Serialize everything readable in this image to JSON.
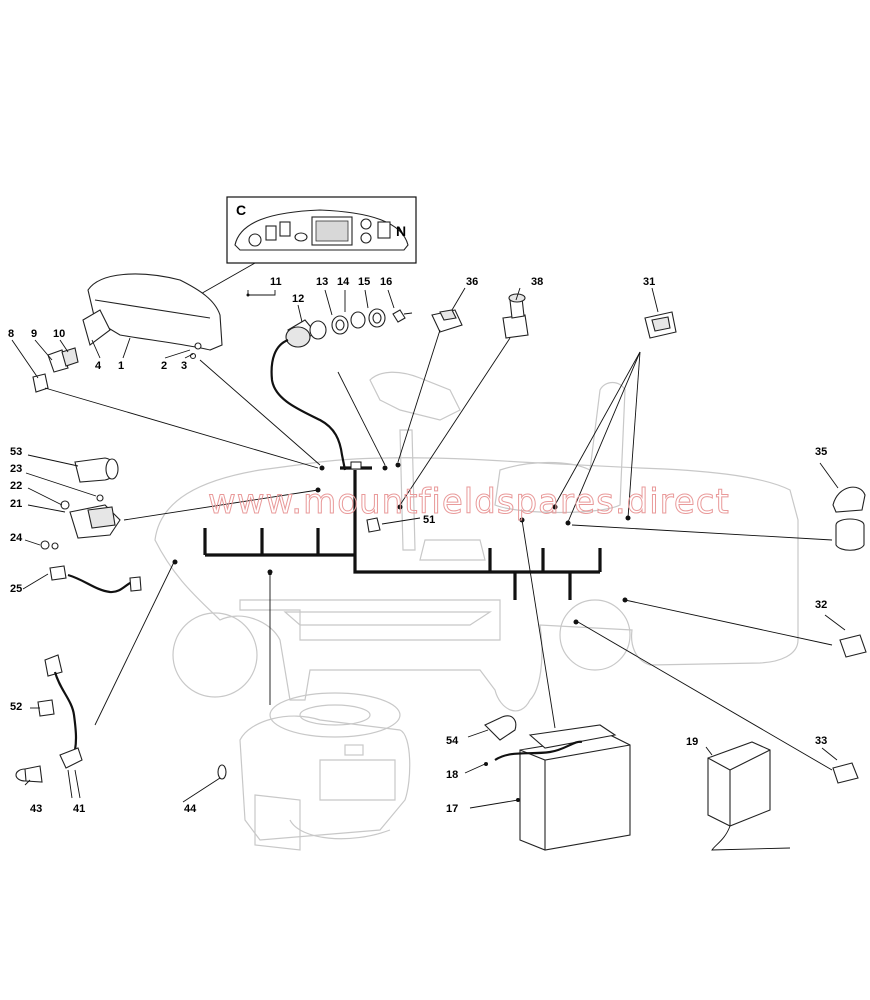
{
  "watermark": "www.mountfieldspares.direct",
  "inset": {
    "label": "C",
    "gauge": "N"
  },
  "parts": [
    {
      "id": "p1",
      "label": "1"
    },
    {
      "id": "p2",
      "label": "2"
    },
    {
      "id": "p3",
      "label": "3"
    },
    {
      "id": "p4",
      "label": "4"
    },
    {
      "id": "p8",
      "label": "8"
    },
    {
      "id": "p9",
      "label": "9"
    },
    {
      "id": "p10",
      "label": "10"
    },
    {
      "id": "p11",
      "label": "11"
    },
    {
      "id": "p12",
      "label": "12"
    },
    {
      "id": "p13",
      "label": "13"
    },
    {
      "id": "p14",
      "label": "14"
    },
    {
      "id": "p15",
      "label": "15"
    },
    {
      "id": "p16",
      "label": "16"
    },
    {
      "id": "p17",
      "label": "17"
    },
    {
      "id": "p18",
      "label": "18"
    },
    {
      "id": "p19",
      "label": "19"
    },
    {
      "id": "p21",
      "label": "21"
    },
    {
      "id": "p22",
      "label": "22"
    },
    {
      "id": "p23",
      "label": "23"
    },
    {
      "id": "p24",
      "label": "24"
    },
    {
      "id": "p25",
      "label": "25"
    },
    {
      "id": "p31",
      "label": "31"
    },
    {
      "id": "p32",
      "label": "32"
    },
    {
      "id": "p33",
      "label": "33"
    },
    {
      "id": "p35",
      "label": "35"
    },
    {
      "id": "p36",
      "label": "36"
    },
    {
      "id": "p38",
      "label": "38"
    },
    {
      "id": "p41",
      "label": "41"
    },
    {
      "id": "p43",
      "label": "43"
    },
    {
      "id": "p44",
      "label": "44"
    },
    {
      "id": "p51",
      "label": "51"
    },
    {
      "id": "p52",
      "label": "52"
    },
    {
      "id": "p53",
      "label": "53"
    },
    {
      "id": "p54",
      "label": "54"
    }
  ]
}
